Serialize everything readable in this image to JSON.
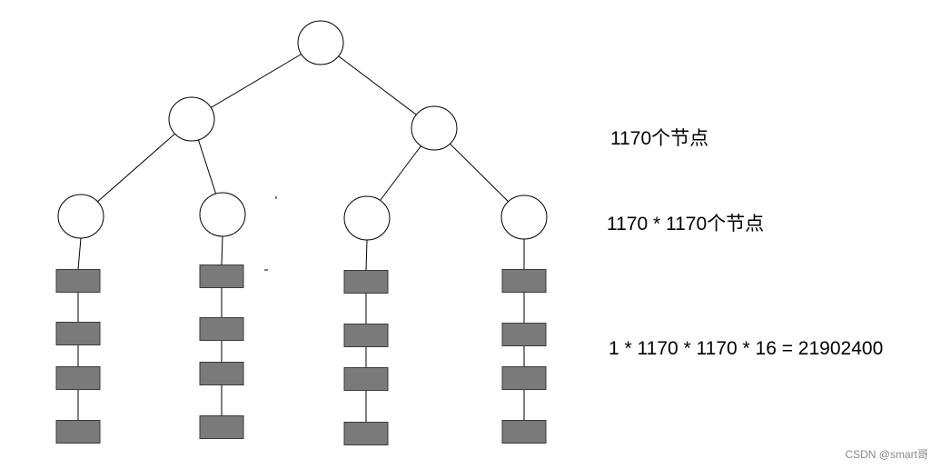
{
  "annotations": {
    "level1_count": "1170个节点",
    "level2_count": "1170 * 1170个节点",
    "total_formula": "1 * 1170 * 1170 * 16 = 21902400"
  },
  "watermark": "CSDN @smart哥",
  "colors": {
    "node_stroke": "#000000",
    "node_fill": "#ffffff",
    "leaf_fill": "#7a7a7a",
    "edge": "#000000"
  },
  "tree": {
    "root_children": 2,
    "internal_children_each": 2,
    "leaf_pages_per_branch": 4
  }
}
